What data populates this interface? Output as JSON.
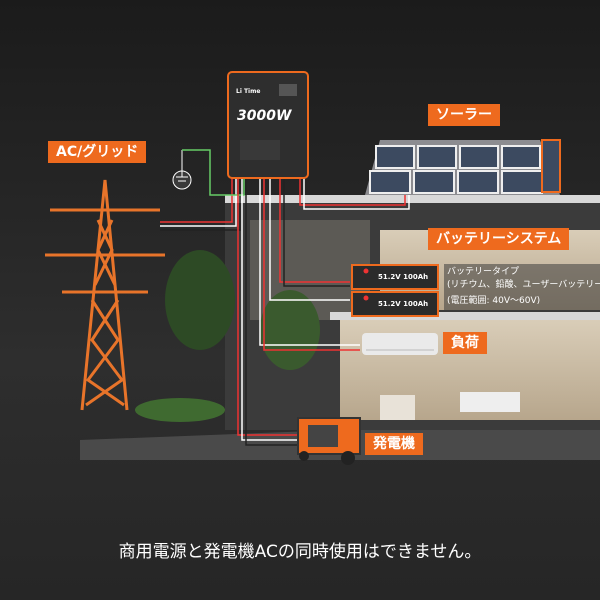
{
  "labels": {
    "grid": "AC/グリッド",
    "solar": "ソーラー",
    "battery_system": "バッテリーシステム",
    "load": "負荷",
    "generator": "発電機"
  },
  "inverter": {
    "brand": "Li Time",
    "power": "3000W"
  },
  "battery": {
    "unit_label": "51.2V 100Ah",
    "type_line": "バッテリータイプ",
    "type_options": "(リチウム、鉛酸、ユーザーバッテリー)",
    "voltage_range": "(電圧範囲: 40V～60V)"
  },
  "caption": "商用電源と発電機ACの同時使用はできません。",
  "colors": {
    "accent": "#ee6a1e",
    "background": "#222222"
  }
}
